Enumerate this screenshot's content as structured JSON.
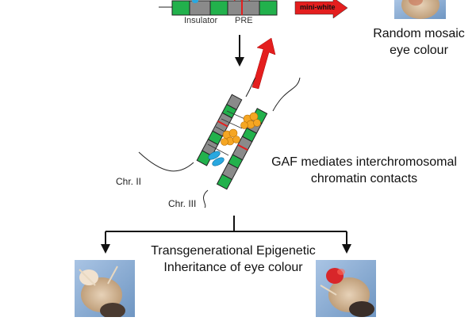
{
  "construct": {
    "insulator_label": "Insulator",
    "pre_label": "PRE",
    "reporter_label": "mini-white"
  },
  "captions": {
    "random_mosaic_line1": "Random mosaic",
    "random_mosaic_line2": "eye colour",
    "gaf_line1": "GAF mediates interchromosomal",
    "gaf_line2": "chromatin contacts",
    "inheritance_line1": "Transgenerational Epigenetic",
    "inheritance_line2": "Inheritance of eye colour"
  },
  "chromosomes": {
    "chr2_label": "Chr. II",
    "chr3_label": "Chr. III"
  },
  "colors": {
    "insulator_green": "#22b14c",
    "spacer_gray": "#8a8a8a",
    "reporter_red": "#e41e1e",
    "gaf_orange": "#f5a623",
    "insulator_blue": "#29a8e0",
    "photo_blue": "#7fa6cf"
  }
}
